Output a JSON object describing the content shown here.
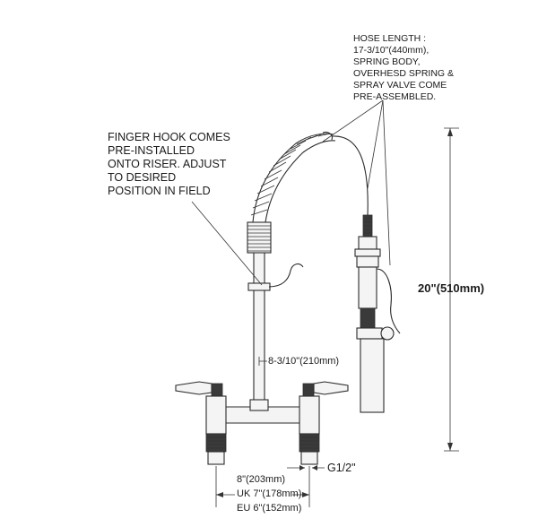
{
  "notes": {
    "hose": [
      "HOSE LENGTH :",
      "17-3/10\"(440mm),",
      "SPRING BODY,",
      "OVERHESD SPRING &",
      "SPRAY VALVE COME",
      "PRE-ASSEMBLED."
    ],
    "finger_hook": [
      "FINGER HOOK COMES",
      "PRE-INSTALLED",
      "ONTO RISER. ADJUST",
      "TO DESIRED",
      "POSITION IN FIELD"
    ]
  },
  "dimensions": {
    "height": "20\"(510mm)",
    "riser_offset": "8-3/10\"(210mm)",
    "thread": "G1/2\"",
    "centers": [
      "8\"(203mm)",
      "UK 7\"(178mm)",
      "EU 6\"(152mm)"
    ]
  }
}
